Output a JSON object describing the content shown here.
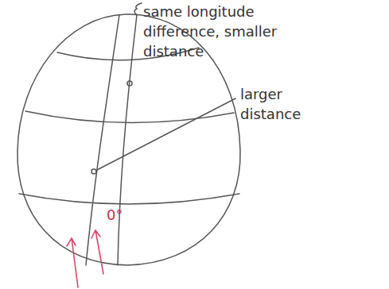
{
  "diagram": {
    "labels": [
      "same longitude difference, smaller distance",
      "larger distance",
      "0°"
    ]
  }
}
